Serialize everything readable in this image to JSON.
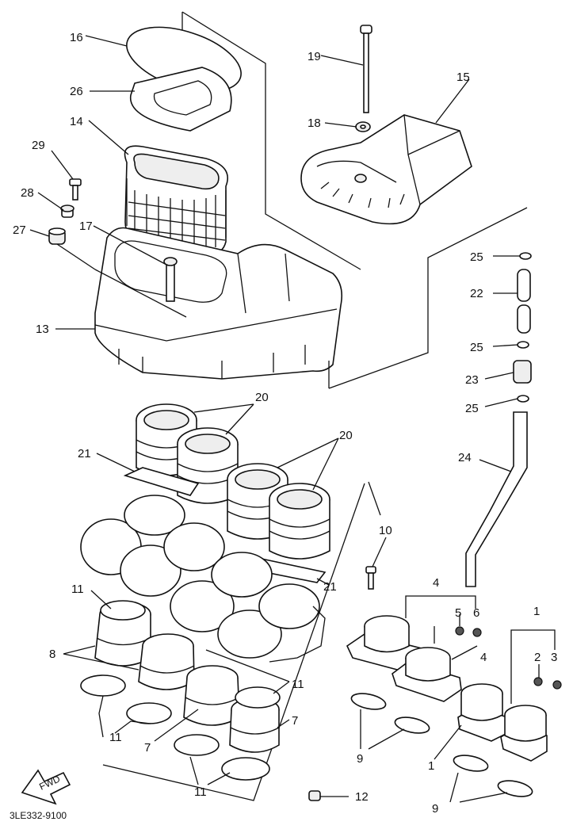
{
  "figure_code": "3LE332-9100",
  "fwd_label": "FWD",
  "callouts": [
    {
      "id": "c16",
      "text": "16"
    },
    {
      "id": "c26",
      "text": "26"
    },
    {
      "id": "c14",
      "text": "14"
    },
    {
      "id": "c29",
      "text": "29"
    },
    {
      "id": "c28",
      "text": "28"
    },
    {
      "id": "c27",
      "text": "27"
    },
    {
      "id": "c17",
      "text": "17"
    },
    {
      "id": "c13",
      "text": "13"
    },
    {
      "id": "c19",
      "text": "19"
    },
    {
      "id": "c15",
      "text": "15"
    },
    {
      "id": "c18",
      "text": "18"
    },
    {
      "id": "c25a",
      "text": "25"
    },
    {
      "id": "c22",
      "text": "22"
    },
    {
      "id": "c25b",
      "text": "25"
    },
    {
      "id": "c23",
      "text": "23"
    },
    {
      "id": "c25c",
      "text": "25"
    },
    {
      "id": "c24",
      "text": "24"
    },
    {
      "id": "c20a",
      "text": "20"
    },
    {
      "id": "c20b",
      "text": "20"
    },
    {
      "id": "c21a",
      "text": "21"
    },
    {
      "id": "c21b",
      "text": "21"
    },
    {
      "id": "c10",
      "text": "10"
    },
    {
      "id": "c4a",
      "text": "4"
    },
    {
      "id": "c5",
      "text": "5"
    },
    {
      "id": "c6",
      "text": "6"
    },
    {
      "id": "c4b",
      "text": "4"
    },
    {
      "id": "c1a",
      "text": "1"
    },
    {
      "id": "c2",
      "text": "2"
    },
    {
      "id": "c3",
      "text": "3"
    },
    {
      "id": "c11a",
      "text": "11"
    },
    {
      "id": "c8",
      "text": "8"
    },
    {
      "id": "c11b",
      "text": "11"
    },
    {
      "id": "c11c",
      "text": "11"
    },
    {
      "id": "c7a",
      "text": "7"
    },
    {
      "id": "c7b",
      "text": "7"
    },
    {
      "id": "c11d",
      "text": "11"
    },
    {
      "id": "c12",
      "text": "12"
    },
    {
      "id": "c9a",
      "text": "9"
    },
    {
      "id": "c1b",
      "text": "1"
    },
    {
      "id": "c9b",
      "text": "9"
    }
  ]
}
